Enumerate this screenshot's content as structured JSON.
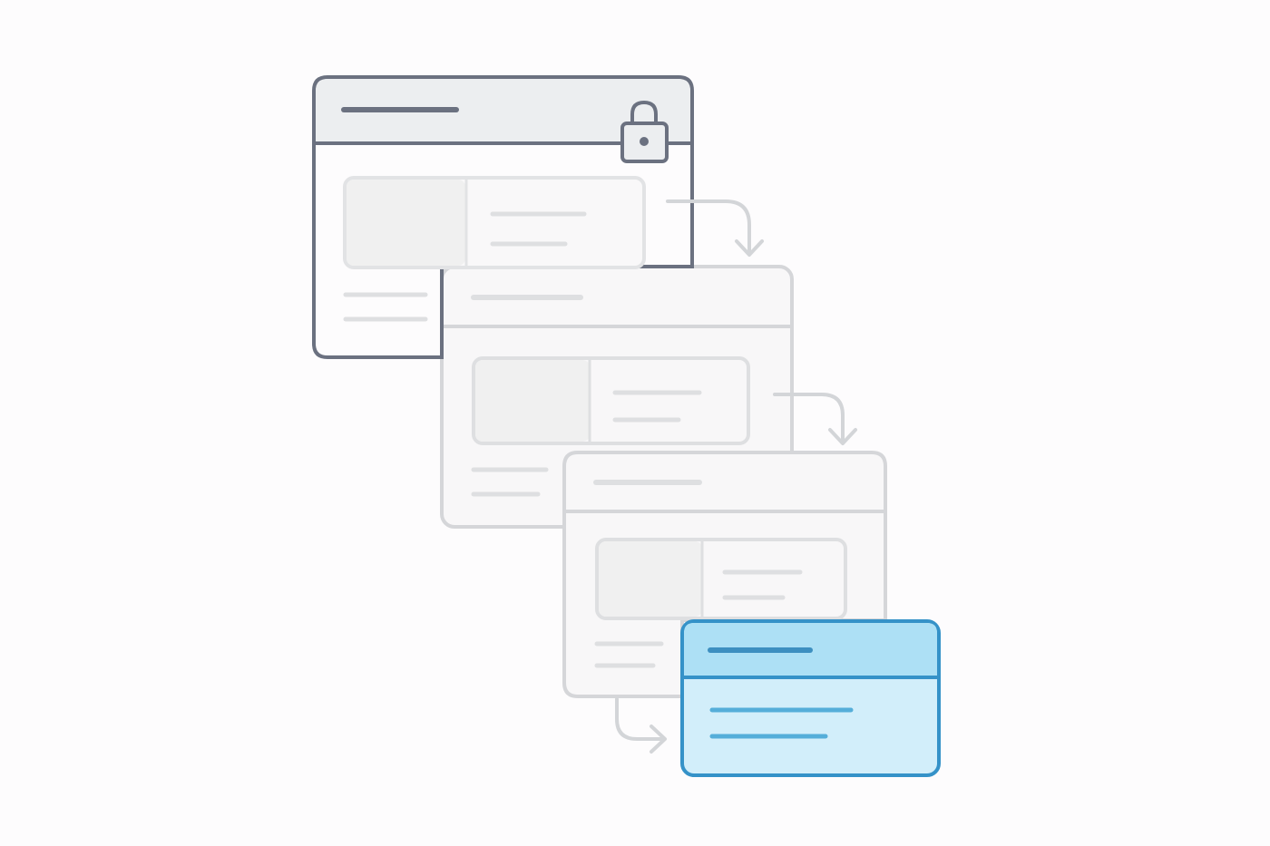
{
  "colors": {
    "background": "#fdfcfd",
    "locked_outline": "#6b7180",
    "locked_header_fill": "#eceef0",
    "locked_bar": "#6b7180",
    "ghost_outline": "#d5d6d9",
    "ghost_fill": "#f8f7f8",
    "ghost_thumb": "#f0f0f0",
    "ghost_bar": "#dedfe1",
    "arrow": "#d3d5d8",
    "active_outline": "#3592c8",
    "active_header_fill": "#ade0f5",
    "active_body_fill": "#d2eefa",
    "active_bar": "#55aed9",
    "active_header_bar": "#3d8fc0"
  },
  "windows": [
    {
      "state": "locked",
      "icon": "lock-icon"
    },
    {
      "state": "ghost"
    },
    {
      "state": "ghost"
    },
    {
      "state": "active"
    }
  ],
  "connectors": [
    {
      "from": 0,
      "to": 1,
      "icon": "curved-arrow-down"
    },
    {
      "from": 1,
      "to": 2,
      "icon": "curved-arrow-down"
    },
    {
      "from": 2,
      "to": 3,
      "icon": "curved-arrow-right"
    }
  ]
}
